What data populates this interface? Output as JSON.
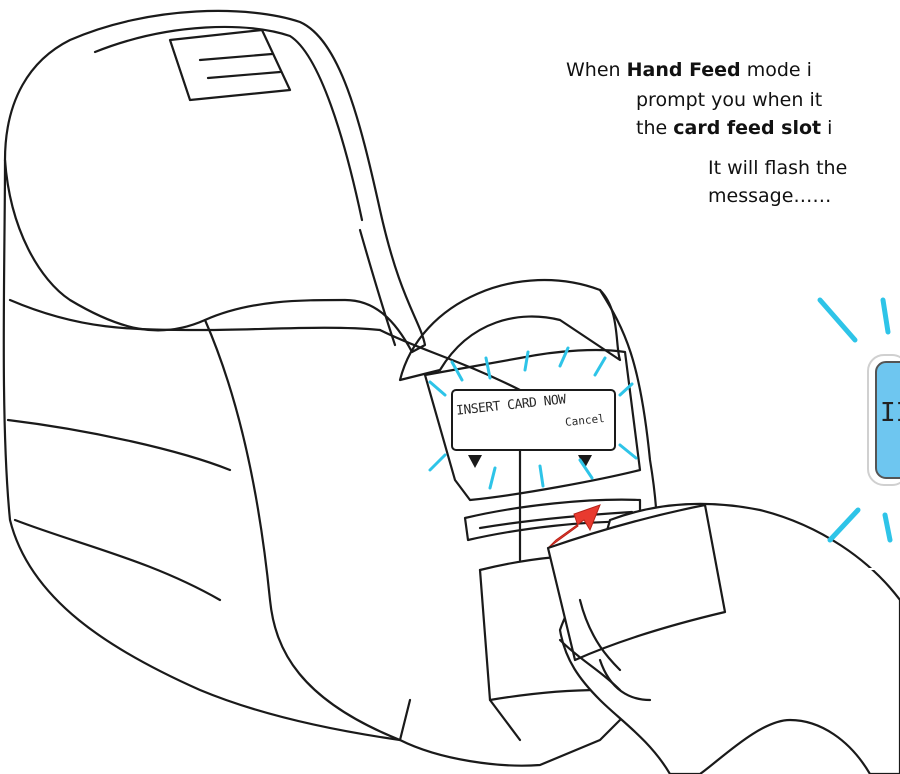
{
  "caption": {
    "line1_pre": "When ",
    "line1_bold": "Hand Feed",
    "line1_post": " mode i",
    "line2": "prompt you when it",
    "line3_pre": "the ",
    "line3_bold": "card feed slot",
    "line3_post": " i",
    "line4": "It will flash the",
    "line5": "message……"
  },
  "lcd": {
    "line1": "INSERT CARD NOW",
    "line2": "Cancel",
    "zoom_text": "II"
  },
  "colors": {
    "outline": "#1a1a1a",
    "lcd_fill": "#6ec6f0",
    "flash_rays": "#2ec4e8",
    "arrow": "#e83a2f"
  },
  "icons": [
    "printer-illustration",
    "flash-rays",
    "red-arrow-icon",
    "hand-illustration",
    "card-illustration",
    "lcd-zoom-icon"
  ]
}
